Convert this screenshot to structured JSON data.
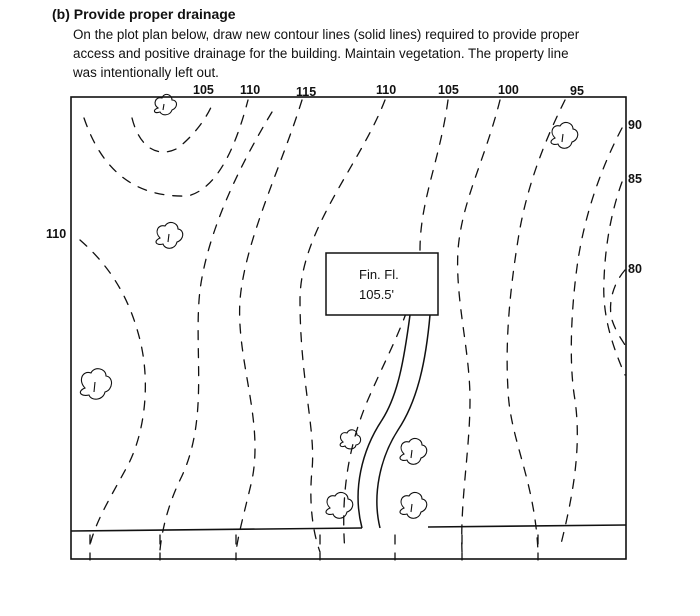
{
  "question": {
    "heading": "(b) Provide proper drainage",
    "lines": [
      "On the plot plan below, draw new contour lines (solid lines) required to provide proper",
      "access and positive drainage for the building. Maintain vegetation. The property line",
      "was intentionally left out."
    ]
  },
  "plan": {
    "top_labels": [
      "105",
      "110",
      "115",
      "110",
      "105",
      "100",
      "95"
    ],
    "right_labels": [
      "90",
      "85",
      "80"
    ],
    "left_labels": [
      "110"
    ],
    "building": {
      "line1": "Fin. Fl.",
      "line2": "105.5'"
    }
  },
  "icons": [
    "tree-icon",
    "driveway-icon"
  ]
}
